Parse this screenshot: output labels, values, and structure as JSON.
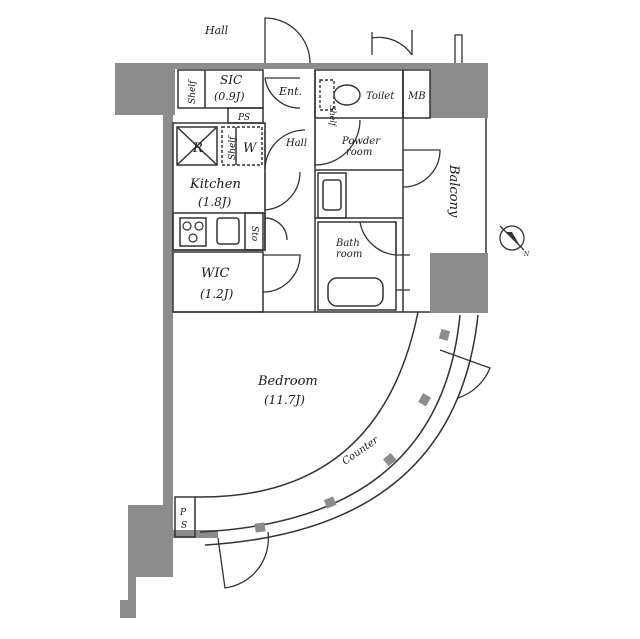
{
  "plan": {
    "hall_top": "Hall",
    "sic": "SIC",
    "sic_area": "(0.9J)",
    "shelf_sic": "Shelf",
    "ent": "Ent.",
    "ps_top": "PS",
    "r": "R",
    "shelf_kitchen": "Shelf",
    "w": "W",
    "hall_inner": "Hall",
    "toilet": "Toilet",
    "shelf_toilet": "Shelf",
    "mb": "MB",
    "powder_1": "Powder",
    "powder_2": "room",
    "kitchen": "Kitchen",
    "kitchen_area": "(1.8J)",
    "sto": "Sto",
    "balcony": "Balcony",
    "bath_1": "Bath",
    "bath_2": "room",
    "wic": "WIC",
    "wic_area": "(1.2J)",
    "bedroom": "Bedroom",
    "bedroom_area": "(11.7J)",
    "counter": "Counter",
    "ps_bottom": "PS",
    "compass_n": "N"
  },
  "colors": {
    "wall": "#8c8c8c",
    "line": "#333333",
    "fixture": "#666666"
  }
}
